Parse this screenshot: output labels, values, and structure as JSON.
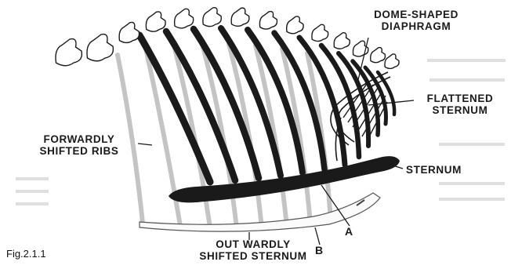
{
  "caption": "Fig.2.1.1",
  "labels": {
    "dome_line1": "DOME-SHAPED",
    "dome_line2": "DIAPHRAGM",
    "flat_line1": "FLATTENED",
    "flat_line2": "STERNUM",
    "fwd_line1": "FORWARDLY",
    "fwd_line2": "SHIFTED RIBS",
    "sternum": "STERNUM",
    "out_line1": "OUT WARDLY",
    "out_line2": "SHIFTED STERNUM",
    "a": "A",
    "b": "B"
  },
  "colors": {
    "ink": "#1a1a1a",
    "ghost": "#c4c4c4",
    "page": "#ffffff"
  }
}
